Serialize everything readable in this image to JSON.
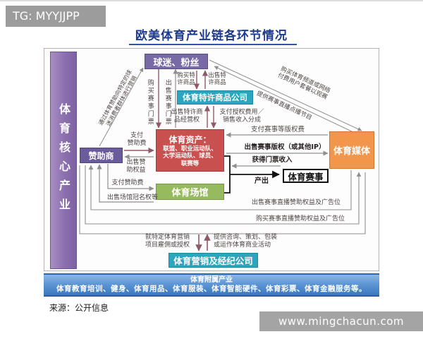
{
  "header": {
    "tg_label": "TG: MYYJJPP",
    "title": "欧美体育产业链各环节情况"
  },
  "sidebar": {
    "label": "体育核心产业"
  },
  "nodes": {
    "fans": "球迷、粉丝",
    "licensed_goods_co": "体育特许商品公司",
    "assets_title": "体育资产：",
    "assets_body": "联盟、职业运动队、\n大学运动队、球员、\n联赛等",
    "sponsor": "赞助商",
    "stadium": "体育场馆",
    "media": "体育媒体",
    "event": "体育赛事",
    "marketing_co": "体育营销及经纪公司"
  },
  "edges": {
    "sponsor_to_fans": "通过体育赞助向特定的球\n迷消费者群体进行营销",
    "buy_tickets": "购买赛事门票",
    "sell_tickets": "出售赛事门票",
    "buy_merch": "购买特\n许商品",
    "sell_merch": "出售特\n许商品",
    "fans_to_media": "购买体育频道或网络\n付费用户套餐以观赛",
    "media_to_fans": "提供赛事直播点播节目",
    "sell_merch_rights": "出售特许商\n品经营权",
    "pay_license_fee": "支付授权费用／\n销售收入分成",
    "pay_sponsor_fee_assets": "支付\n赞助费",
    "sell_sponsor_rights": "出售赞\n助权益",
    "pay_sponsor_fee_stadium": "支付赞助费",
    "sell_naming_rights": "出售场馆冠名权等",
    "pay_rights_fee": "支付赛事等版权费",
    "sell_event_rights": "出售赛事版权（或其他IP）",
    "ticket_income": "获得门票收入",
    "output": "产出",
    "sell_broadcast": "出售赛事直播赞助权益及广告位",
    "buy_broadcast": "购买赛事直播赞助权益及广告位",
    "hire_marketing": "就特定体育营销\n项目雇佣或授权",
    "provide_consulting": "提供咨询、策划、包装\n或运作体育商业活动"
  },
  "footer_bar": {
    "title": "体育附属产业",
    "body": "体育教育培训、健身、体育用品、体育服装、体育智能硬件、体育彩票、体育金融服务等。"
  },
  "footer": {
    "source": "来源：公开信息",
    "watermark": "www.mingchacun.com"
  },
  "colors": {
    "title_blue": "#1e3a8f",
    "sidebar_purple": "#8b6fae",
    "fans_purple": "#776aa5",
    "sponsor_purple": "#6a5c9a",
    "assets_red": "#c8504e",
    "teal": "#2ca6bf",
    "stadium_green": "#96ba5d",
    "media_orange": "#f2964b",
    "footer_blue": "#3a77c0",
    "badge_gray": "#9c9c9c",
    "arrow_gray": "#8f8f8f",
    "arrow_maroon": "#8f5a66"
  }
}
